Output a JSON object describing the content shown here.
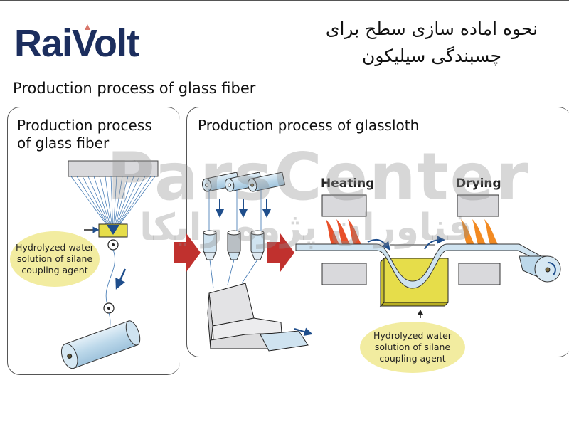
{
  "header": {
    "logo_text": "RaiVolt",
    "persian_title_line1": "نحوه اماده سازی سطح برای",
    "persian_title_line2": "چسبندگی سیلیکون",
    "main_heading": "Production process of glass fiber"
  },
  "panels": {
    "left": {
      "title_line1": "Production process",
      "title_line2": "of glass fiber",
      "bubble_line1": "Hydrolyzed water",
      "bubble_line2": "solution of silane",
      "bubble_line3": "coupling agent"
    },
    "right": {
      "title": "Production process of glassloth",
      "heating_label": "Heating",
      "drying_label": "Drying",
      "bubble_line1": "Hydrolyzed water",
      "bubble_line2": "solution of silane",
      "bubble_line3": "coupling agent"
    }
  },
  "watermark": {
    "latin": "ParsCenter",
    "persian": "فناوران پژوه رایکا"
  },
  "colors": {
    "logo": "#1c2e5e",
    "logo_accent": "#d9776b",
    "flame_heating": "#e8502a",
    "flame_drying": "#f28a22",
    "flow_arrow": "#c0312e",
    "fiber": "#3a73b0",
    "roll": "#bcd8ea",
    "tank": "#e6dd4a",
    "bubble": "#f2eca0",
    "box_gray": "#d9d9dc"
  },
  "icons": {
    "process_arrow": "right-block-arrow",
    "direction_arrow": "down-arrow"
  }
}
